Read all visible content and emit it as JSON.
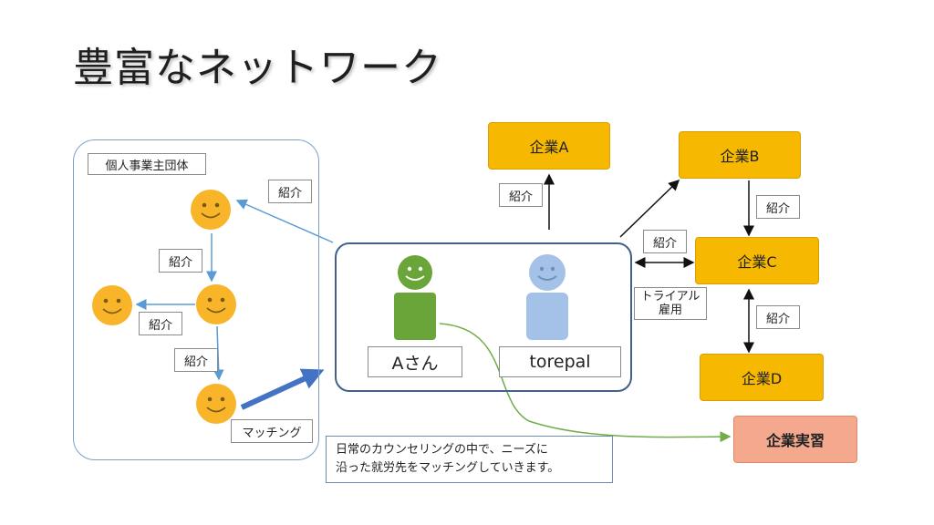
{
  "title": "豊富なネットワーク",
  "group": {
    "label": "個人事業主団体"
  },
  "labels": {
    "intro": "紹介",
    "matching": "マッチング",
    "trial_line1": "トライアル",
    "trial_line2": "雇用"
  },
  "people": {
    "a": "Aさん",
    "torepal": "torepal"
  },
  "companies": {
    "a": "企業A",
    "b": "企業B",
    "c": "企業C",
    "d": "企業D",
    "internship": "企業実習"
  },
  "callout": {
    "line1": "日常のカウンセリングの中で、ニーズに",
    "line2": "沿った就労先をマッチングしていきます。"
  },
  "colors": {
    "company": "#f6b800",
    "internship": "#f4a98f",
    "person_a": "#6aa53a",
    "torepal": "#a4c2e8",
    "smiley": "#f8b52a",
    "frame": "#41618a"
  }
}
